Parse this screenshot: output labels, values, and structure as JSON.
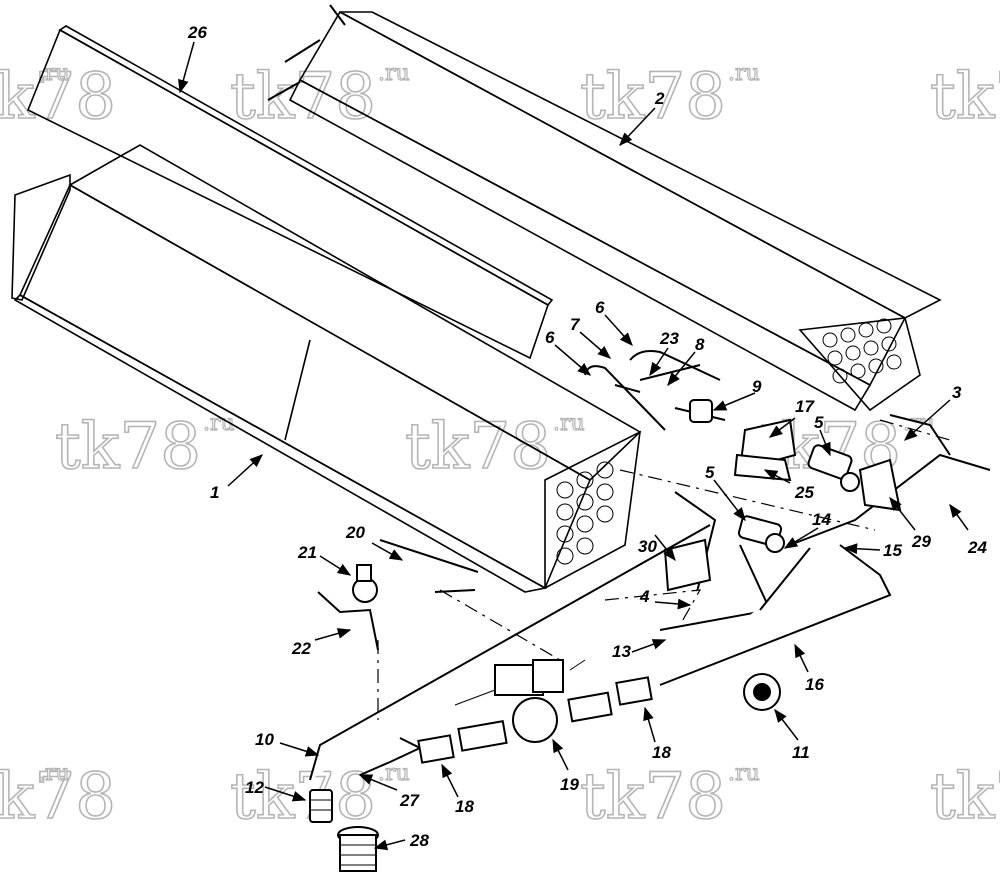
{
  "watermark": {
    "main": "tk78",
    "suffix": ".ru"
  },
  "callouts": [
    {
      "id": "c1",
      "text": "1"
    },
    {
      "id": "c2",
      "text": "2"
    },
    {
      "id": "c3",
      "text": "3"
    },
    {
      "id": "c4",
      "text": "4"
    },
    {
      "id": "c5a",
      "text": "5"
    },
    {
      "id": "c5b",
      "text": "5"
    },
    {
      "id": "c6a",
      "text": "6"
    },
    {
      "id": "c6b",
      "text": "6"
    },
    {
      "id": "c7",
      "text": "7"
    },
    {
      "id": "c8",
      "text": "8"
    },
    {
      "id": "c9",
      "text": "9"
    },
    {
      "id": "c10",
      "text": "10"
    },
    {
      "id": "c11",
      "text": "11"
    },
    {
      "id": "c12",
      "text": "12"
    },
    {
      "id": "c13",
      "text": "13"
    },
    {
      "id": "c14",
      "text": "14"
    },
    {
      "id": "c15",
      "text": "15"
    },
    {
      "id": "c16",
      "text": "16"
    },
    {
      "id": "c17",
      "text": "17"
    },
    {
      "id": "c18a",
      "text": "18"
    },
    {
      "id": "c18b",
      "text": "18"
    },
    {
      "id": "c19",
      "text": "19"
    },
    {
      "id": "c20",
      "text": "20"
    },
    {
      "id": "c21",
      "text": "21"
    },
    {
      "id": "c22",
      "text": "22"
    },
    {
      "id": "c23",
      "text": "23"
    },
    {
      "id": "c24",
      "text": "24"
    },
    {
      "id": "c25",
      "text": "25"
    },
    {
      "id": "c26",
      "text": "26"
    },
    {
      "id": "c27",
      "text": "27"
    },
    {
      "id": "c28",
      "text": "28"
    },
    {
      "id": "c29",
      "text": "29"
    },
    {
      "id": "c30",
      "text": "30"
    }
  ]
}
